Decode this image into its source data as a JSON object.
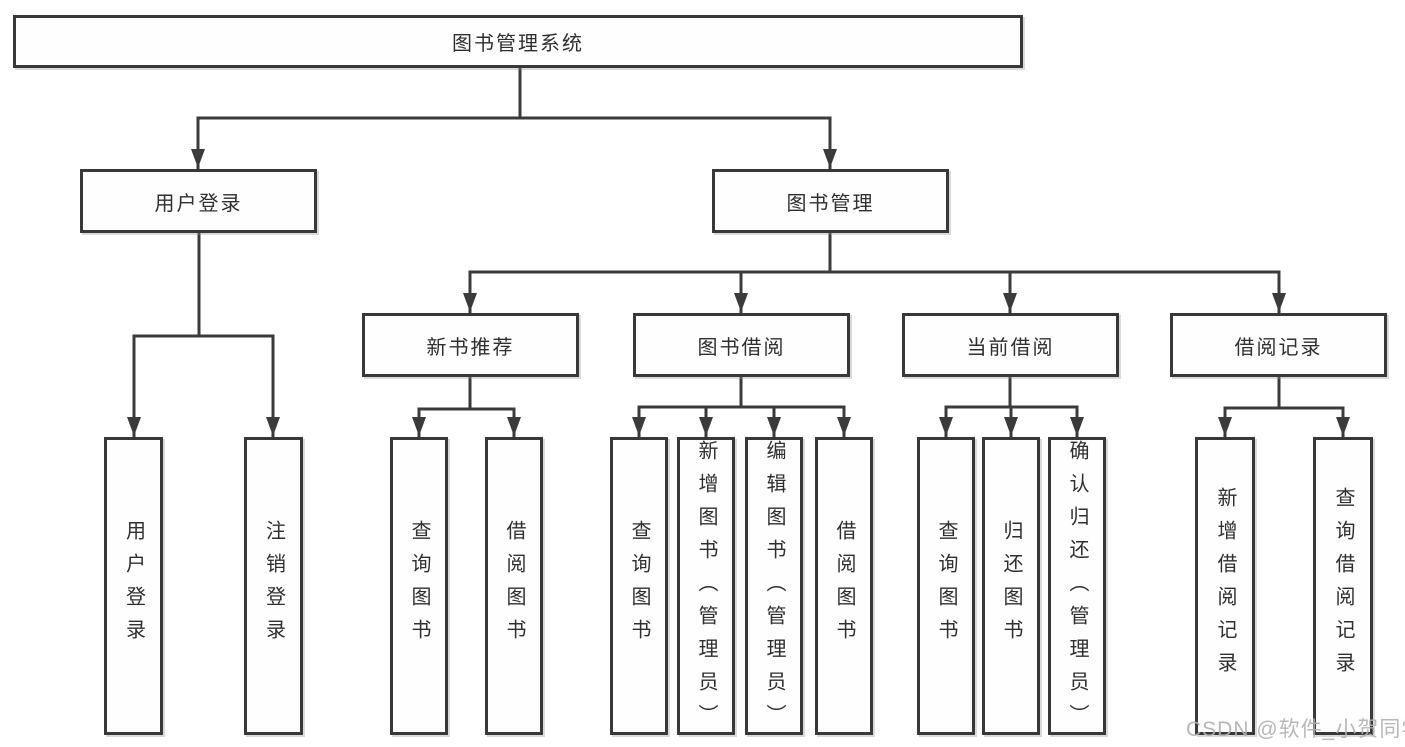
{
  "diagram": {
    "type": "hierarchy-tree",
    "root": {
      "id": "library-management-system",
      "label": "图书管理系统",
      "children": [
        {
          "id": "user-login",
          "label": "用户登录",
          "children": [
            {
              "id": "user-login-leaf",
              "label": "用户登录"
            },
            {
              "id": "logout",
              "label": "注销登录"
            }
          ]
        },
        {
          "id": "book-management",
          "label": "图书管理",
          "children": [
            {
              "id": "new-book-recommend",
              "label": "新书推荐",
              "children": [
                {
                  "id": "query-books",
                  "label": "查询图书"
                },
                {
                  "id": "borrow-books",
                  "label": "借阅图书"
                }
              ]
            },
            {
              "id": "book-borrowing",
              "label": "图书借阅",
              "children": [
                {
                  "id": "query-books",
                  "label": "查询图书"
                },
                {
                  "id": "add-books-admin",
                  "label": "新增图书（管理员）"
                },
                {
                  "id": "edit-books-admin",
                  "label": "编辑图书（管理员）"
                },
                {
                  "id": "borrow-books",
                  "label": "借阅图书"
                }
              ]
            },
            {
              "id": "current-borrowing",
              "label": "当前借阅",
              "children": [
                {
                  "id": "query-books",
                  "label": "查询图书"
                },
                {
                  "id": "return-books",
                  "label": "归还图书"
                },
                {
                  "id": "confirm-return-admin",
                  "label": "确认归还（管理员）"
                }
              ]
            },
            {
              "id": "borrowing-records",
              "label": "借阅记录",
              "children": [
                {
                  "id": "add-borrow-record",
                  "label": "新增借阅记录"
                },
                {
                  "id": "query-borrow-record",
                  "label": "查询借阅记录"
                }
              ]
            }
          ]
        }
      ]
    }
  },
  "watermark": {
    "text": "CSDN @软件_小贺同学"
  },
  "colors": {
    "line": "#3b3b3b",
    "node_border": "#383838",
    "node_fill": "#fefefe",
    "text": "#2f2f2f",
    "watermark": "#b2b2b2",
    "background": "#ffffff"
  }
}
